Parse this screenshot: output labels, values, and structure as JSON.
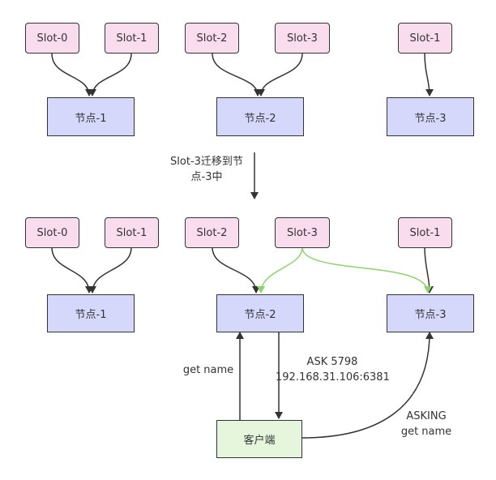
{
  "top": {
    "slots": [
      "Slot-0",
      "Slot-1",
      "Slot-2",
      "Slot-3",
      "Slot-1"
    ],
    "nodes": [
      "节点-1",
      "节点-2",
      "节点-3"
    ]
  },
  "migration": {
    "line1": "Slot-3迁移到节",
    "line2": "点-3中"
  },
  "bottom": {
    "slots": [
      "Slot-0",
      "Slot-1",
      "Slot-2",
      "Slot-3",
      "Slot-1"
    ],
    "nodes": [
      "节点-1",
      "节点-2",
      "节点-3"
    ],
    "client": "客户端"
  },
  "labels": {
    "get_name": "get name",
    "ask_line1": "ASK 5798",
    "ask_line2": "192.168.31.106:6381",
    "asking_line1": "ASKING",
    "asking_line2": "get name"
  },
  "colors": {
    "slot_fill": "#f9dced",
    "node_fill": "#d5d8fb",
    "client_fill": "#e6f6dc",
    "green_edge": "#8ed46c",
    "edge": "#333333"
  }
}
